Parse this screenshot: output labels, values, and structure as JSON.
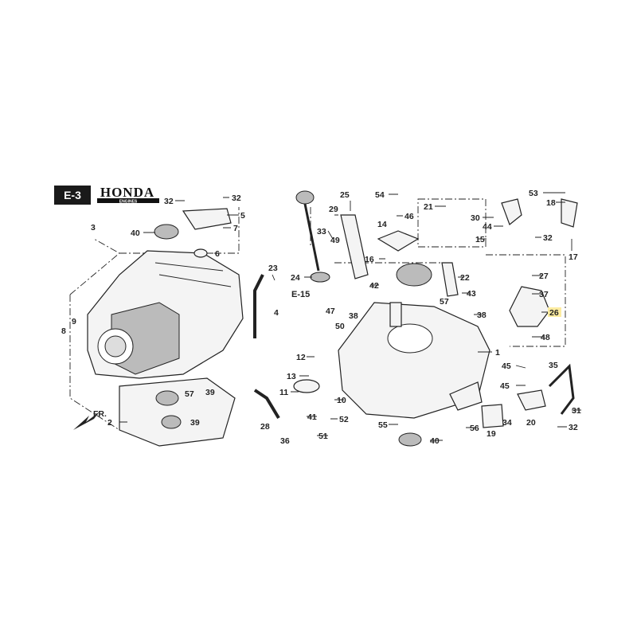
{
  "header": {
    "section": "E-3",
    "brand": "HONDA",
    "brand_sub": "ENGINES"
  },
  "colors": {
    "highlight": "#fdeca0",
    "ink": "#222222",
    "section_bg": "#1a1a1a"
  },
  "references": {
    "e15": "E-15",
    "front": "FR."
  },
  "highlighted_part": "26",
  "callouts": [
    "32",
    "32",
    "5",
    "7",
    "40",
    "6",
    "3",
    "9",
    "8",
    "4",
    "23",
    "24",
    "33",
    "29",
    "25",
    "49",
    "54",
    "46",
    "14",
    "21",
    "30",
    "44",
    "15",
    "32",
    "53",
    "18",
    "17",
    "16",
    "22",
    "43",
    "57",
    "42",
    "47",
    "50",
    "38",
    "38",
    "27",
    "37",
    "26",
    "48",
    "1",
    "12",
    "13",
    "11",
    "10",
    "41",
    "52",
    "36",
    "51",
    "28",
    "57",
    "39",
    "39",
    "2",
    "45",
    "45",
    "34",
    "19",
    "20",
    "35",
    "31",
    "32",
    "55",
    "40",
    "56"
  ]
}
